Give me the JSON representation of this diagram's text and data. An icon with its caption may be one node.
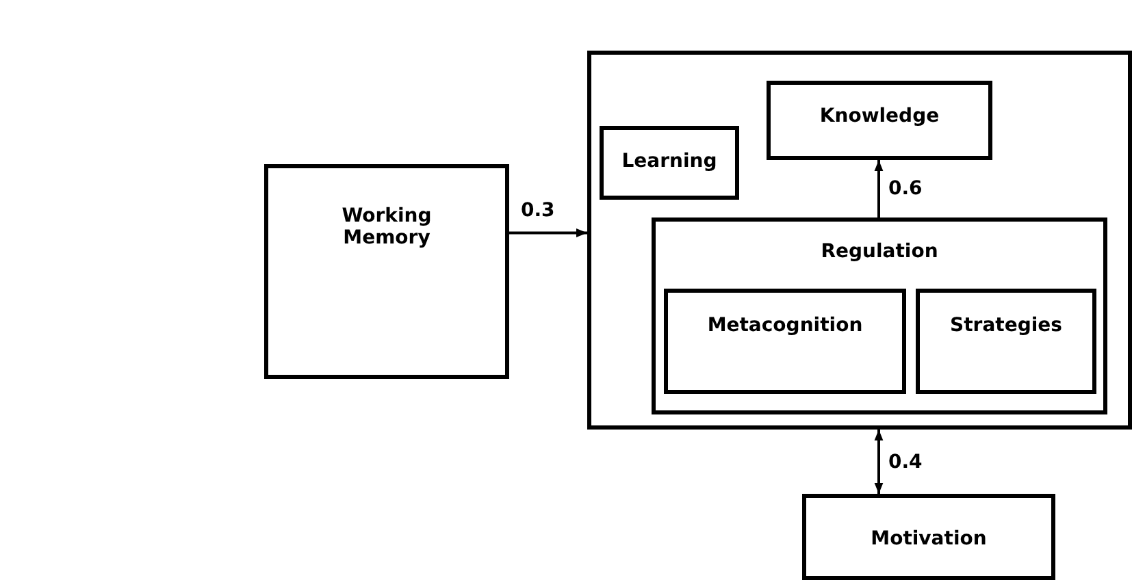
{
  "diagram": {
    "nodes": [
      {
        "text": [
          "Working Memory"
        ]
      },
      {
        "text": [],
        "shape": "box"
      },
      {
        "text": [
          "Learning"
        ],
        "in": 1
      },
      {
        "text": [
          "Knowledge"
        ],
        "in": 1
      },
      {
        "text": [
          "Regulation"
        ],
        "in": 1
      },
      {
        "text": [
          "Metacognition"
        ],
        "in": 4
      },
      {
        "text": [
          "Strategies"
        ],
        "in": 4
      },
      {
        "text": [
          "Motivation"
        ]
      }
    ],
    "edges": [
      {
        "from": 0,
        "to": 1,
        "arrow": "to",
        "label": "0.3"
      },
      {
        "from": 4,
        "to": 3,
        "arrow": "to",
        "label": "0.6"
      },
      {
        "from": 7,
        "to": 1,
        "arrow": "both",
        "label": "0.4"
      }
    ]
  }
}
